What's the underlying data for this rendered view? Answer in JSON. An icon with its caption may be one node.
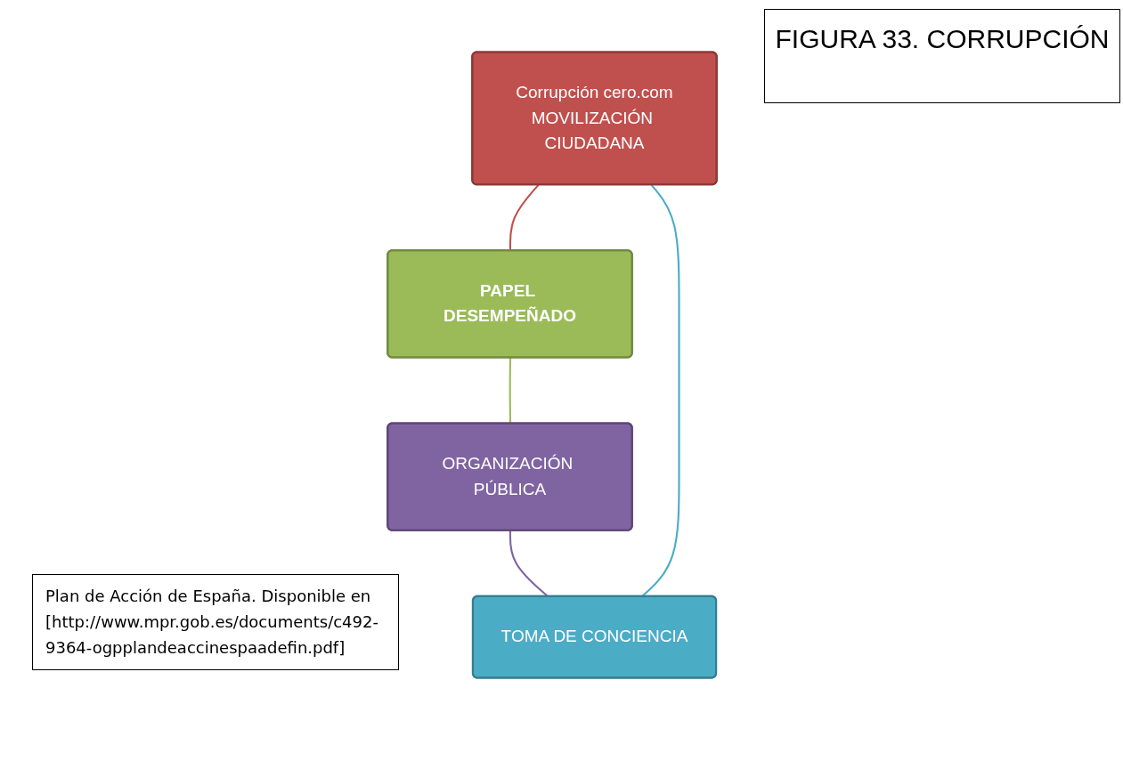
{
  "diagram": {
    "title": "FIGURA 33. CORRUPCIÓN",
    "caption": "Plan de Acción de España. Disponible en [http://www.mpr.gob.es/documents/c492-9364-ogpplandeaccinespaadefin.pdf]",
    "nodes": [
      {
        "text": [
          "Corrupción cero.com",
          "MOVILIZACIÓN CIUDADANA"
        ]
      },
      {
        "text": [
          "PAPEL DESEMPEÑADO"
        ]
      },
      {
        "text": [
          "ORGANIZACIÓN PÚBLICA"
        ]
      },
      {
        "text": [
          "TOMA DE CONCIENCIA"
        ]
      }
    ],
    "edges": [
      {
        "from": 0,
        "to": 1,
        "arrow": "none",
        "color": "#c0504d"
      },
      {
        "from": 1,
        "to": 2,
        "arrow": "none",
        "color": "#9bbb59"
      },
      {
        "from": 2,
        "to": 3,
        "arrow": "none",
        "color": "#8064a2"
      },
      {
        "from": 3,
        "to": 0,
        "arrow": "none",
        "color": "#4bacc6"
      }
    ]
  }
}
